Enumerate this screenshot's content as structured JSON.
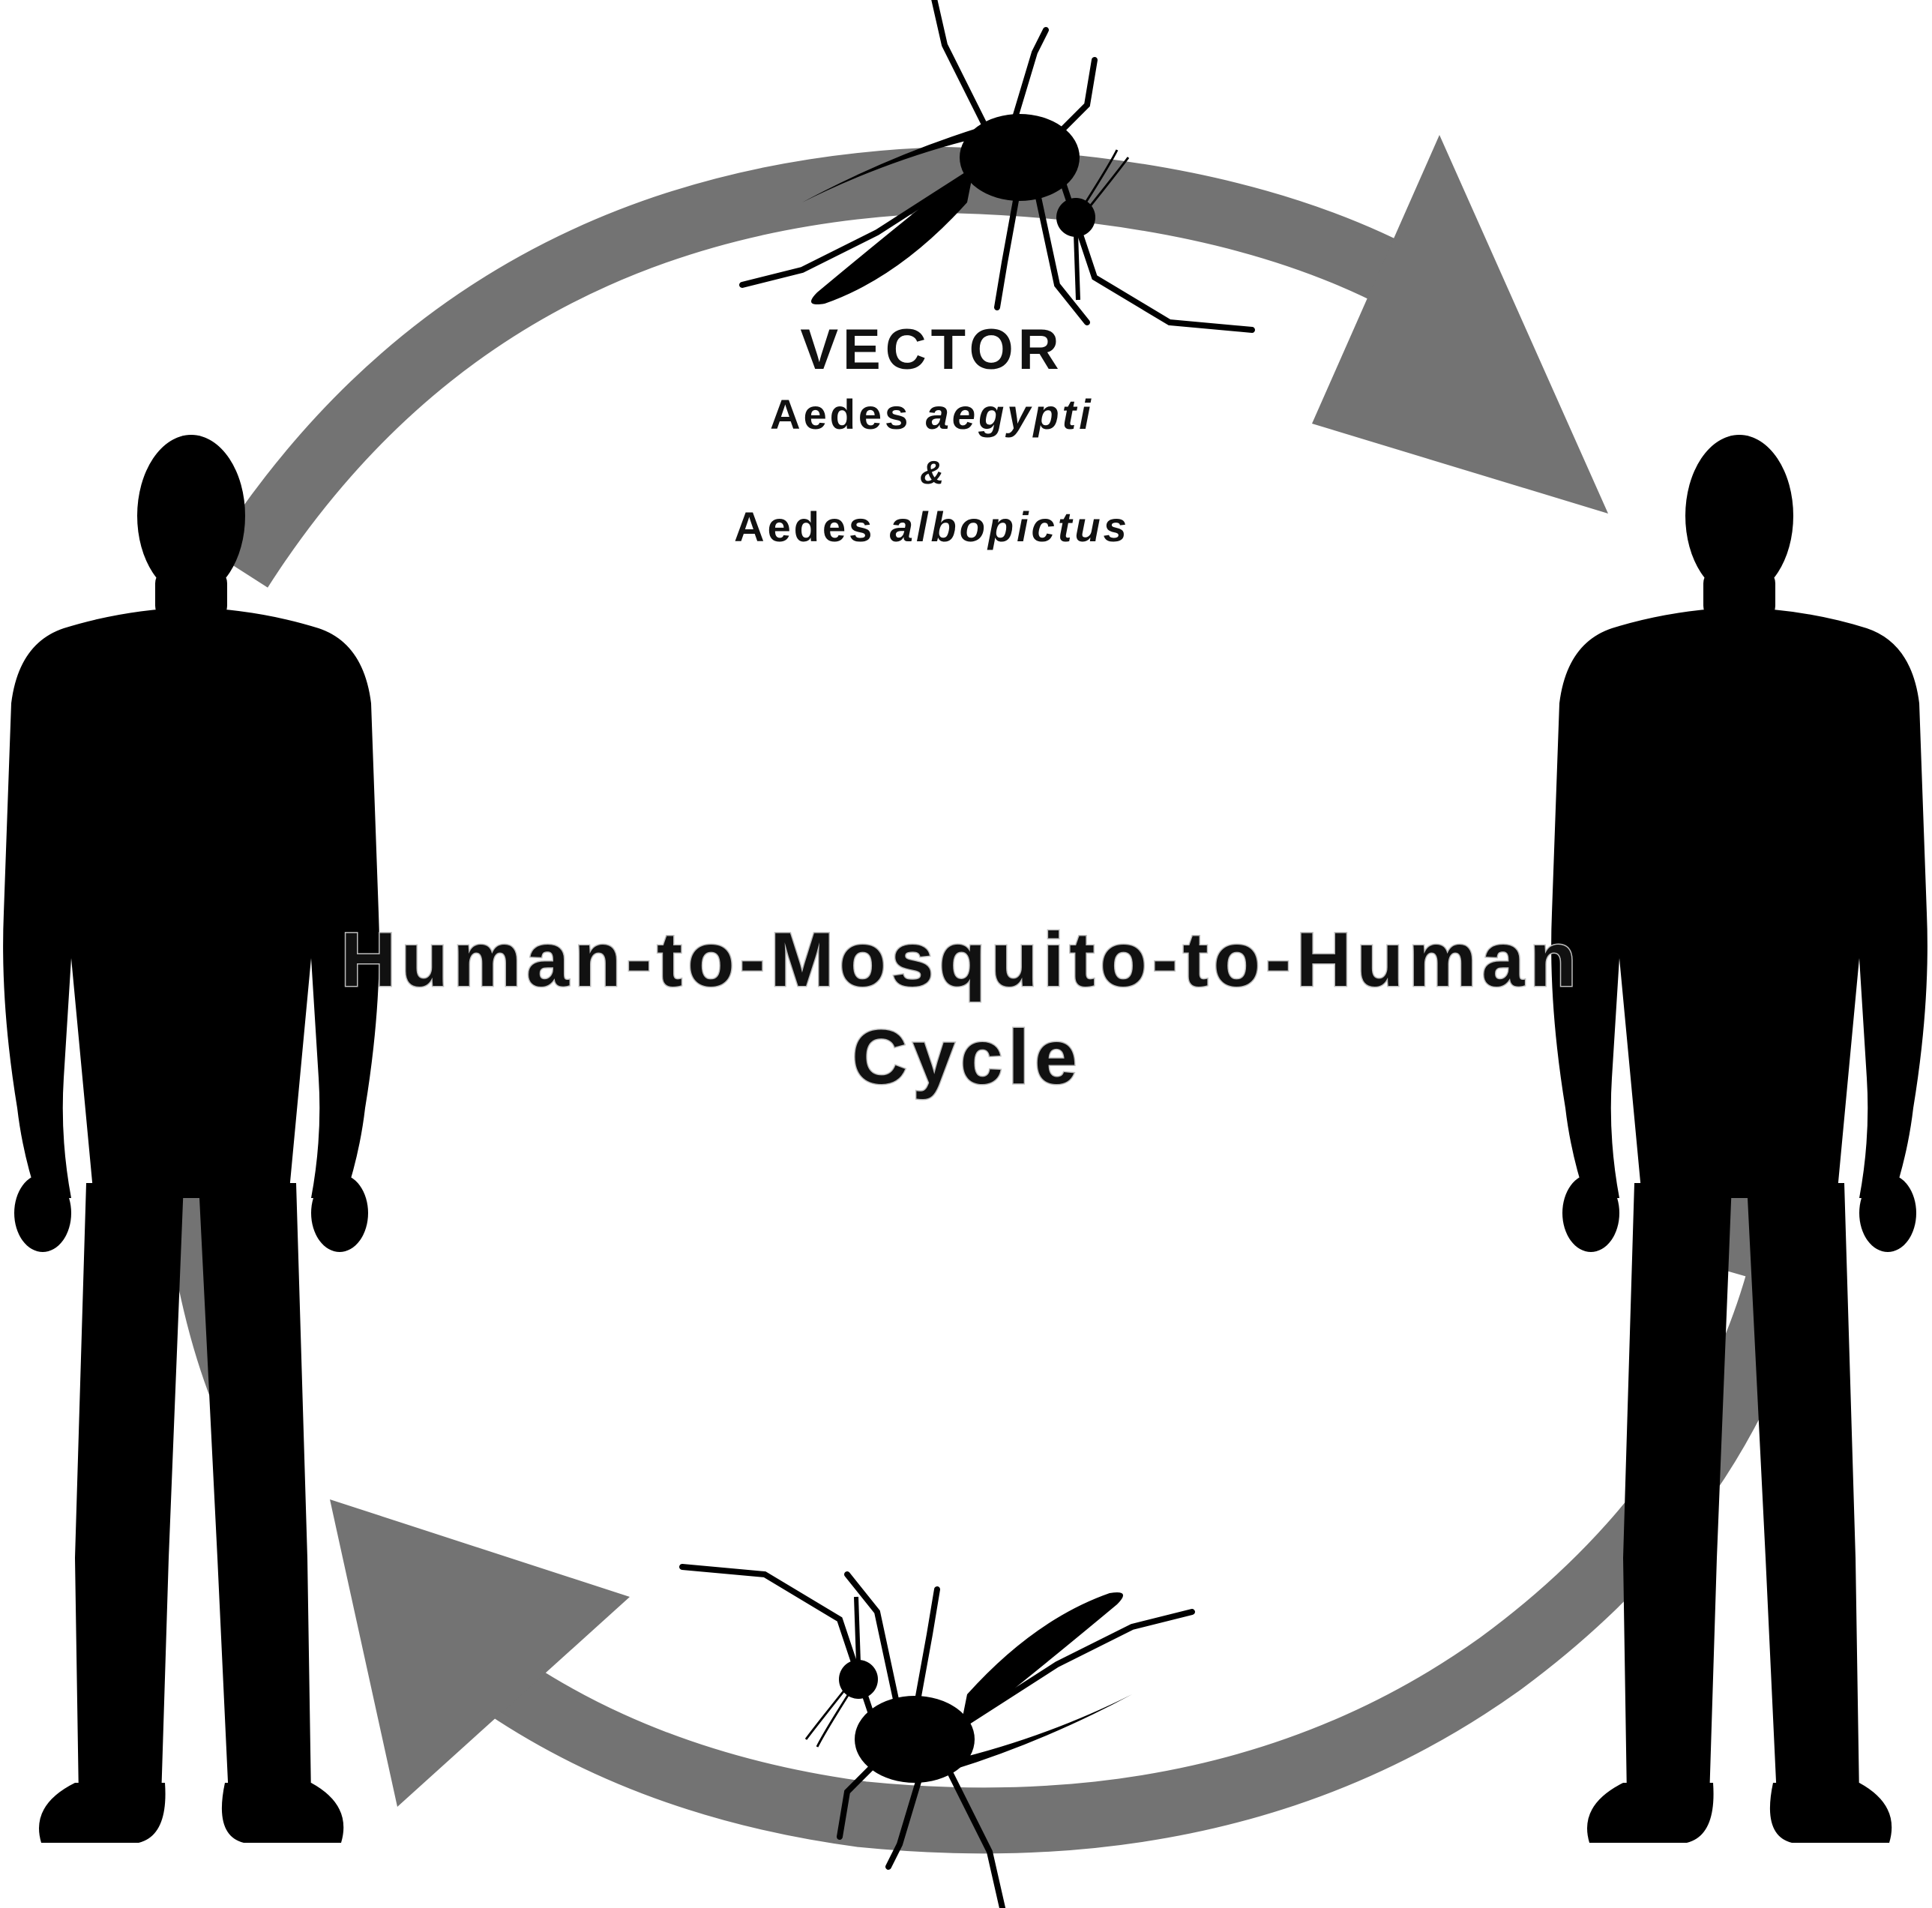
{
  "colors": {
    "arrow": "#737373",
    "silhouette": "#000000",
    "background": "#ffffff",
    "text": "#111111"
  },
  "vector_label": {
    "heading": "VECTOR",
    "species_1_genus": "Aedes ",
    "species_1_name": "aegypti",
    "connector": "&",
    "species_2_genus": "Aedes ",
    "species_2_name": "albopictus"
  },
  "title": {
    "line_1": "Human-to-Mosquito-to-Human",
    "line_2": "Cycle"
  },
  "icons": {
    "human_left": "human-silhouette-icon",
    "human_right": "human-silhouette-icon",
    "mosquito_top": "mosquito-icon",
    "mosquito_bottom": "mosquito-icon",
    "arrow_top": "cycle-arrow-icon",
    "arrow_bottom": "cycle-arrow-icon"
  }
}
